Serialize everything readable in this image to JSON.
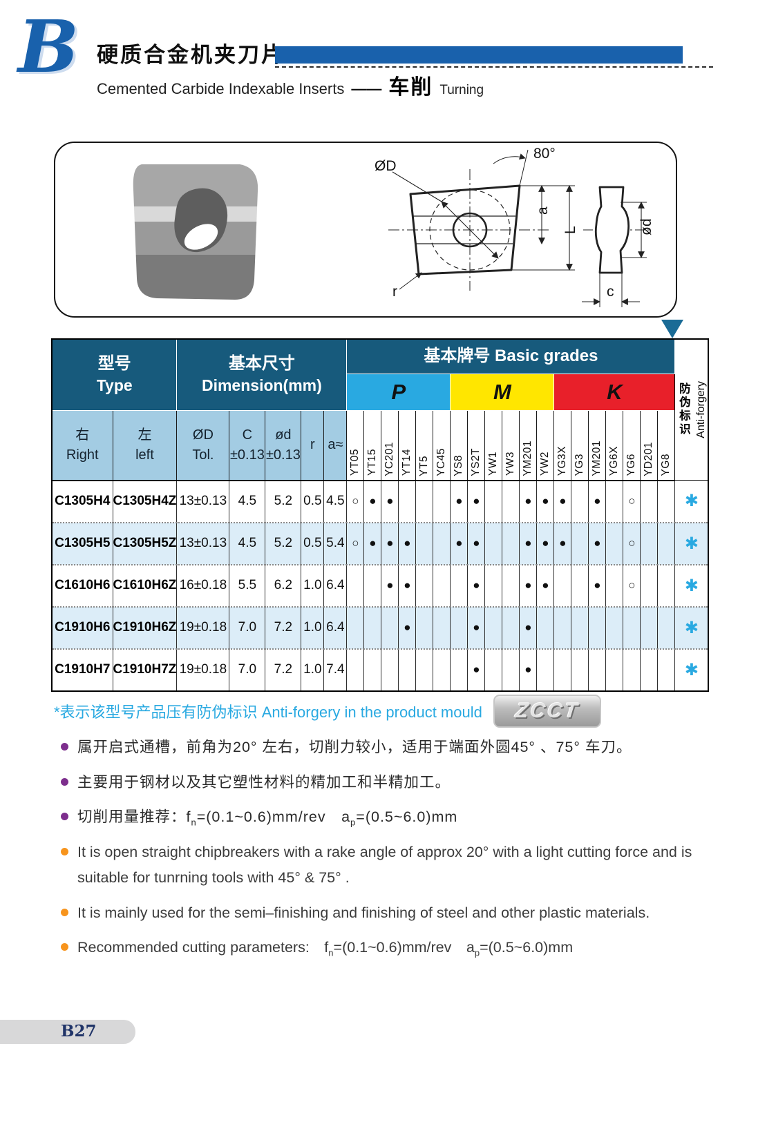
{
  "header": {
    "logo": "B",
    "title_zh": "硬质合金机夹刀片",
    "subtitle_en": "Cemented Carbide Indexable Inserts",
    "dash": "——",
    "subtitle_zh": "车削",
    "subtitle_tail": "Turning"
  },
  "diagram": {
    "labels": {
      "dd": "ØD",
      "angle": "80°",
      "a": "a",
      "L": "L",
      "od": "ød",
      "c": "c",
      "r": "r"
    }
  },
  "table": {
    "header": {
      "type_zh": "型号",
      "type_en": "Type",
      "dim_zh": "基本尺寸",
      "dim_en": "Dimension(mm)",
      "grades_zh": "基本牌号",
      "grades_en": "Basic grades",
      "band_p": "P",
      "band_m": "M",
      "band_k": "K",
      "sub": {
        "right_zh": "右",
        "right_en": "Right",
        "left_zh": "左",
        "left_en": "left",
        "dd1": "ØD",
        "dd2": "Tol.",
        "c1": "C",
        "c2": "±0.13",
        "od1": "ød",
        "od2": "±0.13",
        "r": "r",
        "a": "a≈"
      },
      "grade_cols": [
        "YT05",
        "YT15",
        "YC201",
        "YT14",
        "YT5",
        "YC45",
        "YS8",
        "YS2T",
        "YW1",
        "YW3",
        "YM201",
        "YW2",
        "YG3X",
        "YG3",
        "YM201",
        "YG6X",
        "YG6",
        "YD201",
        "YG8"
      ],
      "anti_zh": "防伪标识",
      "anti_en": "Anti-forgery"
    },
    "rows": [
      {
        "right": "C1305H4",
        "left": "C1305H4Z",
        "dd": "13±0.13",
        "c": "4.5",
        "od": "5.2",
        "r": "0.5",
        "a": "4.5",
        "grades": [
          "○",
          "●",
          "●",
          "",
          "",
          "",
          "●",
          "●",
          "",
          "",
          "●",
          "●",
          "●",
          "",
          "●",
          "",
          "○",
          "",
          ""
        ],
        "anti": "✱"
      },
      {
        "right": "C1305H5",
        "left": "C1305H5Z",
        "dd": "13±0.13",
        "c": "4.5",
        "od": "5.2",
        "r": "0.5",
        "a": "5.4",
        "grades": [
          "○",
          "●",
          "●",
          "●",
          "",
          "",
          "●",
          "●",
          "",
          "",
          "●",
          "●",
          "●",
          "",
          "●",
          "",
          "○",
          "",
          ""
        ],
        "anti": "✱"
      },
      {
        "right": "C1610H6",
        "left": "C1610H6Z",
        "dd": "16±0.18",
        "c": "5.5",
        "od": "6.2",
        "r": "1.0",
        "a": "6.4",
        "grades": [
          "",
          "",
          "●",
          "●",
          "",
          "",
          "",
          "●",
          "",
          "",
          "●",
          "●",
          "",
          "",
          "●",
          "",
          "○",
          "",
          ""
        ],
        "anti": "✱"
      },
      {
        "right": "C1910H6",
        "left": "C1910H6Z",
        "dd": "19±0.18",
        "c": "7.0",
        "od": "7.2",
        "r": "1.0",
        "a": "6.4",
        "grades": [
          "",
          "",
          "",
          "●",
          "",
          "",
          "",
          "●",
          "",
          "",
          "●",
          "",
          "",
          "",
          "",
          "",
          "",
          "",
          ""
        ],
        "anti": "✱"
      },
      {
        "right": "C1910H7",
        "left": "C1910H7Z",
        "dd": "19±0.18",
        "c": "7.0",
        "od": "7.2",
        "r": "1.0",
        "a": "7.4",
        "grades": [
          "",
          "",
          "",
          "",
          "",
          "",
          "",
          "●",
          "",
          "",
          "●",
          "",
          "",
          "",
          "",
          "",
          "",
          "",
          ""
        ],
        "anti": "✱"
      }
    ]
  },
  "note": {
    "text_zh": "*表示该型号产品压有防伪标识 ",
    "text_en": "Anti-forgery in the product mould",
    "logo": "ZCCT"
  },
  "bullets": {
    "zh1": "属开启式通槽，前角为20° 左右，切削力较小，适用于端面外圆45° 、75° 车刀。",
    "zh2": "主要用于钢材以及其它塑性材料的精加工和半精加工。",
    "zh3": {
      "s1": "切削用量推荐：f",
      "sub1": "n",
      "s2": "=(0.1~0.6)mm/rev　a",
      "sub2": "p",
      "s3": "=(0.5~6.0)mm"
    },
    "en1": "It is open straight chipbreakers with a rake angle of approx 20° with a light cutting force and is suitable for tunrning tools with 45° & 75° .",
    "en2": "It is mainly used for the semi–finishing and finishing of steel and other plastic materials.",
    "en3": {
      "s1": "Recommended cutting parameters:　f",
      "sub1": "n",
      "s2": "=(0.1~0.6)mm/rev　a",
      "sub2": "p",
      "s3": "=(0.5~6.0)mm"
    }
  },
  "footer": {
    "page": "B27"
  },
  "colors": {
    "teal_header": "#175a7c",
    "p_blue": "#29a9e1",
    "m_yellow": "#ffe600",
    "k_red": "#e8202a",
    "row_alt": "#dcedf8",
    "subheader_blue": "#a3cce3",
    "accent_cyan": "#29a9e1",
    "bullet_purple": "#7d2e8d",
    "bullet_orange": "#f7941d",
    "logo_blue": "#1961ac",
    "footer_text": "#203468"
  }
}
